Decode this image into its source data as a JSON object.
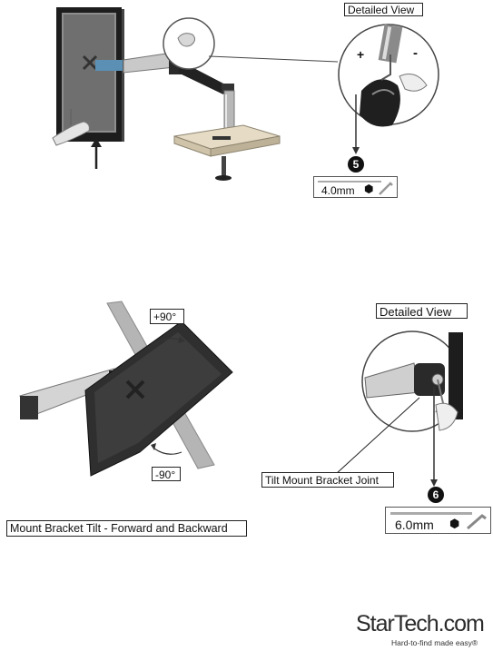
{
  "section1": {
    "detail_title": "Detailed View",
    "plus": "+",
    "minus": "-",
    "step_number": "5",
    "tool_size": "4.0mm"
  },
  "section2": {
    "angle_up": "+90°",
    "angle_down": "-90°",
    "detail_title": "Detailed View",
    "joint_label": "Tilt Mount Bracket Joint",
    "step_number": "6",
    "tool_size": "6.0mm",
    "caption": "Mount Bracket Tilt - Forward and Backward"
  },
  "brand": {
    "logo_text": "StarTech.com",
    "tagline": "Hard-to-find made easy®"
  }
}
